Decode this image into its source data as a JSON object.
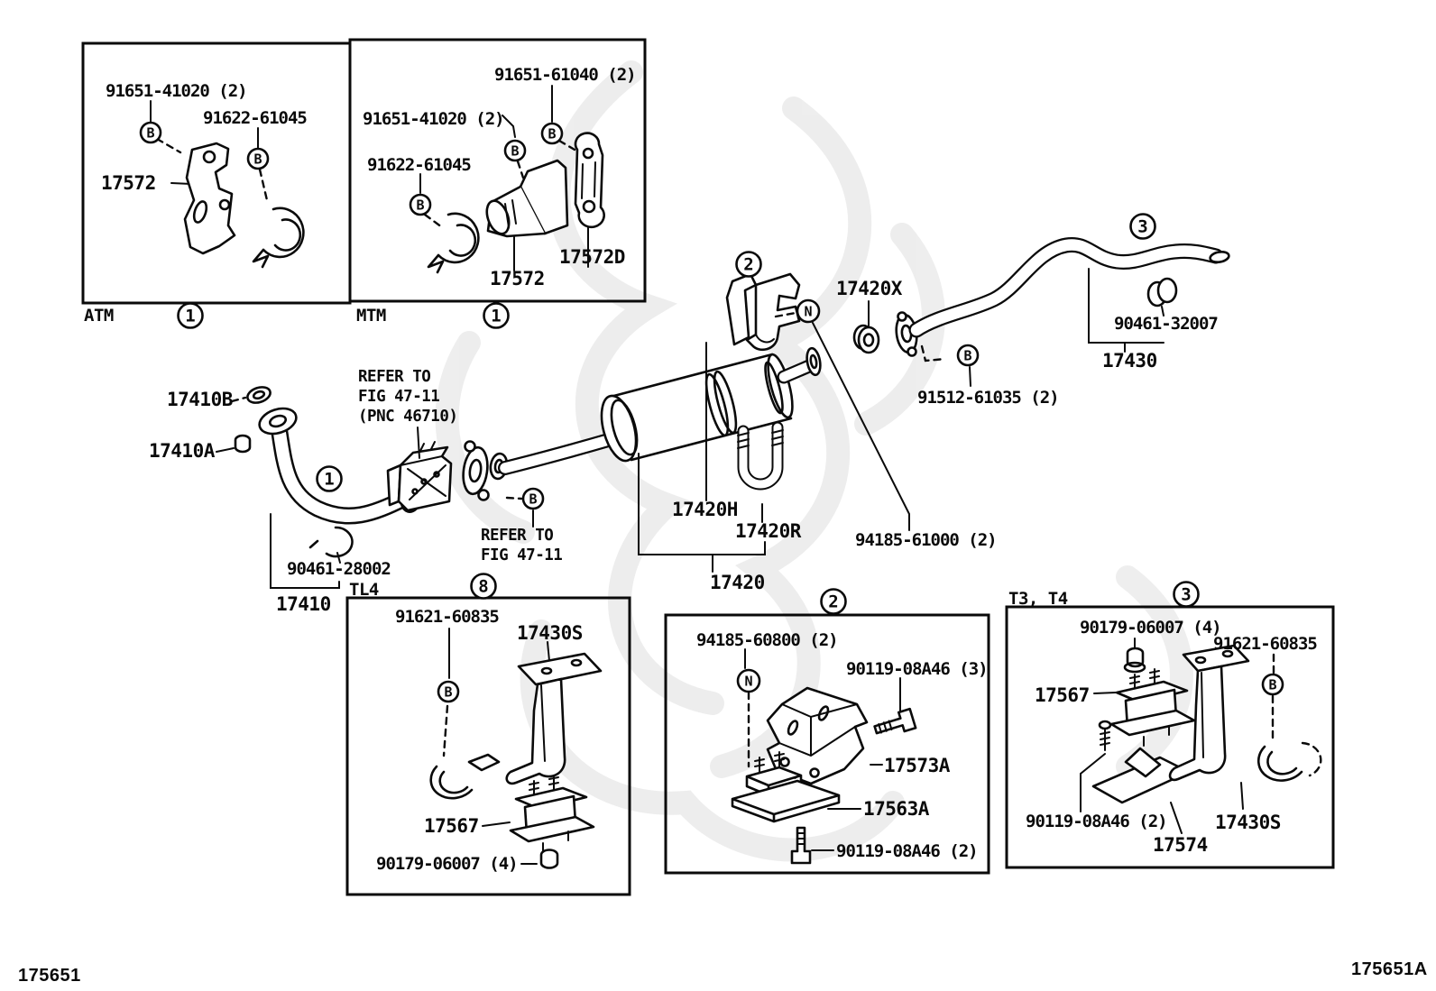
{
  "footer": {
    "doc_number_left": "175651",
    "doc_number_right": "175651A"
  },
  "symbols": {
    "bolt_b": "B",
    "nut_n": "N"
  },
  "badges": {
    "one": "1",
    "two": "2",
    "three": "3",
    "eight": "8"
  },
  "insets": {
    "atm": {
      "caption": "ATM",
      "bolt": "91651-41020 (2)",
      "insulator": "91622-61045",
      "bracket": "17572"
    },
    "mtm": {
      "caption": "MTM",
      "bolt_upper": "91651-61040 (2)",
      "bolt_lower": "91651-41020 (2)",
      "insulator": "91622-61045",
      "bracket": "17572",
      "stay": "17572D"
    },
    "tl4": {
      "caption": "TL4",
      "clamp_bolt": "91621-60835",
      "bracket": "17430S",
      "cushion": "17567",
      "nut": "90179-06007 (4)"
    },
    "center_mount": {
      "nut": "94185-60800 (2)",
      "bolt_a": "90119-08A46 (3)",
      "bracket": "17573A",
      "cushion": "17563A",
      "bolt_b": "90119-08A46 (2)"
    },
    "t3t4": {
      "caption": "T3, T4",
      "nut": "90179-06007 (4)",
      "clamp_bolt": "91621-60835",
      "cushion": "17567",
      "bolt": "90119-08A46 (2)",
      "stay": "17574",
      "bracket": "17430S"
    }
  },
  "main": {
    "gasket": "17410B",
    "flange_nut": "17410A",
    "support_note": {
      "line1": "REFER TO",
      "line2": "FIG 47-11",
      "line3": "(PNC 46710)"
    },
    "joint_note": {
      "line1": "REFER TO",
      "line2": "FIG 47-11"
    },
    "clamp": "90461-28002",
    "front_pipe": "17410",
    "grommet": "17420X",
    "tail_clamp": "90461-32007",
    "tail_pipe": "17430",
    "flange_bolt": "91512-61035 (2)",
    "hanger": "17420H",
    "u_bolt": "17420R",
    "mount_nut": "94185-61000 (2)",
    "muffler": "17420"
  }
}
